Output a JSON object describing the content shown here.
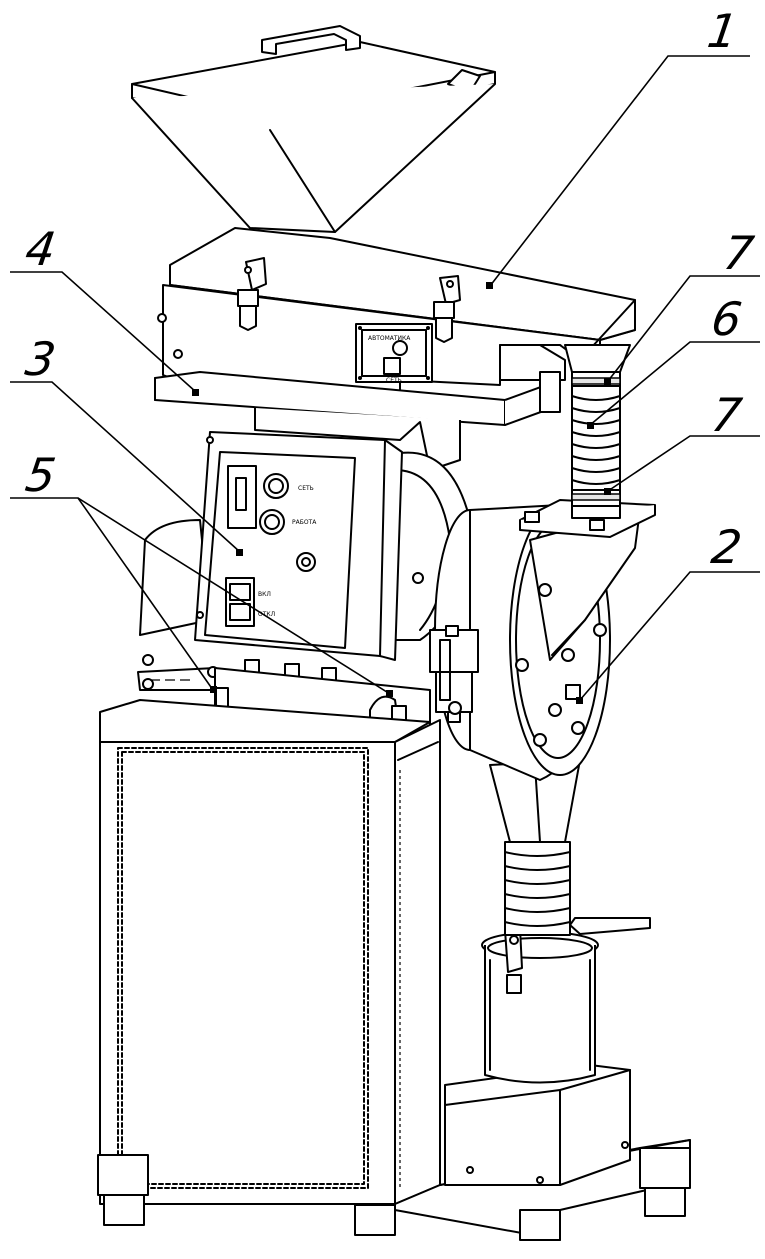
{
  "callouts": [
    {
      "id": "1",
      "text": "1"
    },
    {
      "id": "2",
      "text": "2"
    },
    {
      "id": "3",
      "text": "3"
    },
    {
      "id": "4",
      "text": "4"
    },
    {
      "id": "5",
      "text": "5"
    },
    {
      "id": "6",
      "text": "6"
    },
    {
      "id": "7a",
      "text": "7"
    },
    {
      "id": "7b",
      "text": "7"
    }
  ],
  "panel_labels": {
    "top_panel_1": "АВТОМАТИКА",
    "top_panel_2": "СЕТЬ",
    "btn_1": "СЕТЬ",
    "btn_2": "РАБОТА",
    "switch_1": "ВКЛ",
    "switch_2": "ОТКЛ"
  },
  "colors": {
    "line": "#000000",
    "background": "#ffffff",
    "fill_light": "#e6e6e6"
  }
}
